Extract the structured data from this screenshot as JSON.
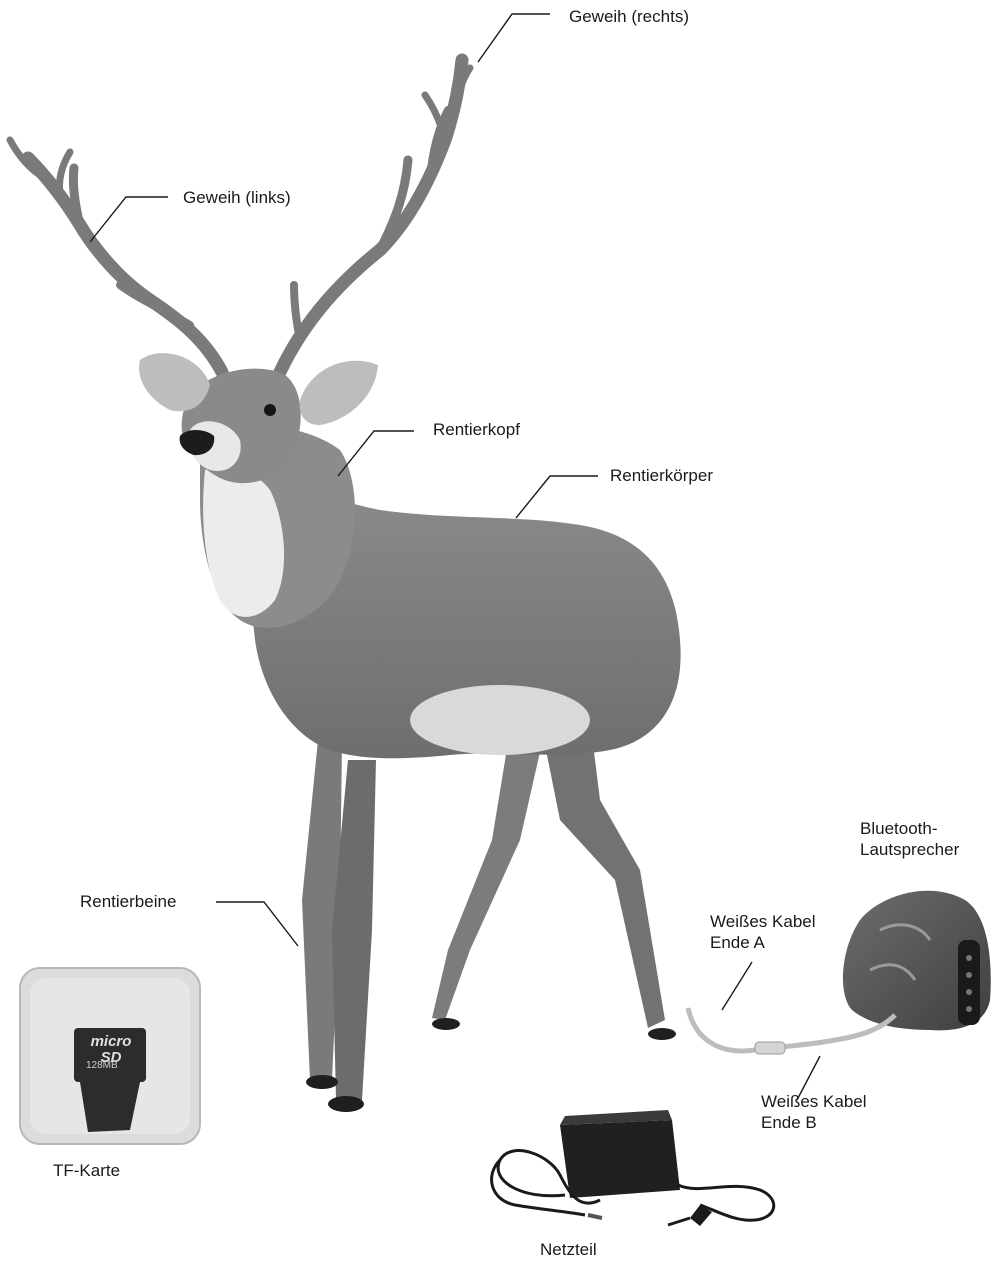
{
  "diagram": {
    "labels": {
      "antler_right": "Geweih (rechts)",
      "antler_left": "Geweih (links)",
      "head": "Rentierkopf",
      "body": "Rentierkörper",
      "legs": "Rentierbeine",
      "speaker_line1": "Bluetooth-",
      "speaker_line2": "Lautsprecher",
      "cable_a_line1": "Weißes Kabel",
      "cable_a_line2": "Ende A",
      "cable_b_line1": "Weißes Kabel",
      "cable_b_line2": "Ende B",
      "tf_card": "TF-Karte",
      "adapter": "Netzteil"
    },
    "sd_card": {
      "brand_top": "micro",
      "brand_bottom": "SD",
      "capacity": "128MB"
    }
  }
}
